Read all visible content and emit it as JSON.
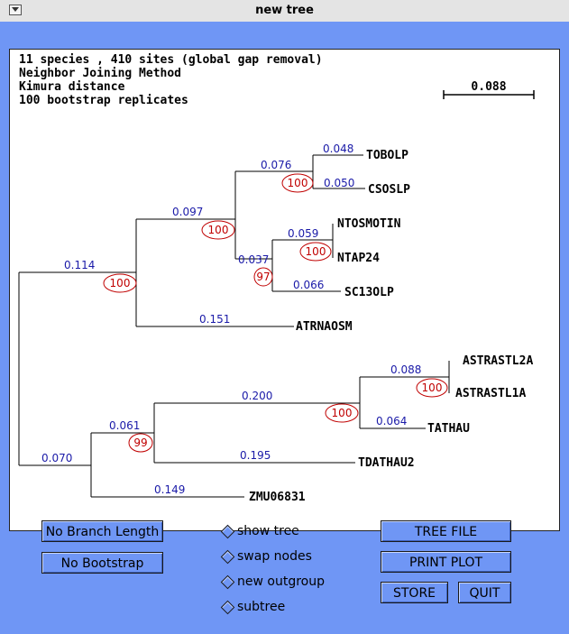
{
  "window": {
    "title": "new tree"
  },
  "info": {
    "lines": [
      "11 species , 410 sites (global gap removal)",
      "Neighbor Joining Method",
      "Kimura distance",
      "100 bootstrap replicates"
    ],
    "scale_label": "0.088"
  },
  "tree": {
    "branch_lengths": {
      "tobolp": "0.048",
      "csoslp": "0.050",
      "clade_tobolp_csoslp": "0.076",
      "ntosmotin": "0.059",
      "clade_ntos_ntap": "0.037",
      "sc13olp": "0.066",
      "clade_tobacco": "0.097",
      "clade_upper": "0.114",
      "atrnaosm": "0.151",
      "astrastl": "0.088",
      "clade_astra": "0.200",
      "tathau": "0.064",
      "clade_lower_inner": "0.061",
      "tdathau2": "0.195",
      "clade_lower": "0.070",
      "zmu06831": "0.149"
    },
    "bootstrap": {
      "tobolp_csoslp": "100",
      "ntos_ntap": "100",
      "ntos_sc13": "97",
      "tobacco": "100",
      "upper": "100",
      "astrastl": "100",
      "astra_tathau": "100",
      "lower_inner": "99"
    },
    "taxa": {
      "tobolp": "TOBOLP",
      "csoslp": "CSOSLP",
      "ntosmotin": "NTOSMOTIN",
      "ntap24": "NTAP24",
      "sc13olp": "SC13OLP",
      "atrnaosm": "ATRNAOSM",
      "astrastl2a": "ASTRASTL2A",
      "astrastl1a": "ASTRASTL1A",
      "tathau": "TATHAU",
      "tdathau2": "TDATHAU2",
      "zmu06831": "ZMU06831"
    }
  },
  "buttons": {
    "no_branch_length": "No Branch Length",
    "no_bootstrap": "No Bootstrap",
    "tree_file": "TREE FILE",
    "print_plot": "PRINT PLOT",
    "store": "STORE",
    "quit": "QUIT"
  },
  "options": {
    "show_tree": "show tree",
    "swap_nodes": "swap nodes",
    "new_outgroup": "new outgroup",
    "subtree": "subtree"
  },
  "colors": {
    "branch_label": "#1a1aa8",
    "bootstrap": "#c00000",
    "panel": "#6f96f5"
  }
}
